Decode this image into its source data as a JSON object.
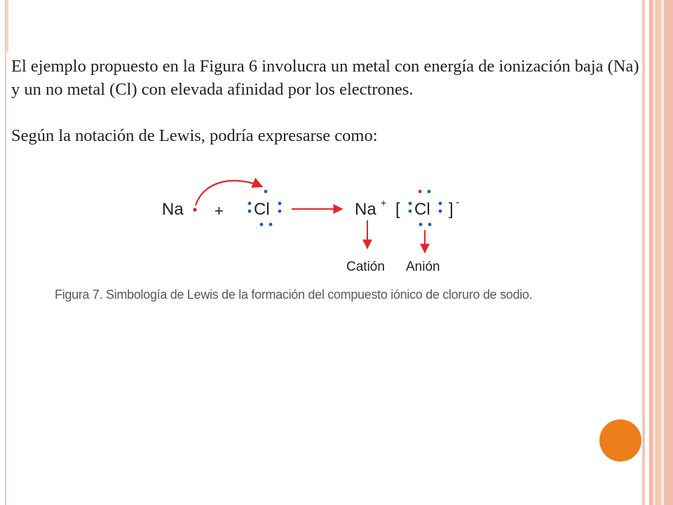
{
  "paragraph_1": "El ejemplo propuesto en la Figura 6 involucra un metal con energía de ionización baja (Na) y un no metal (Cl) con elevada afinidad por los electrones.",
  "paragraph_2": "Según la notación de Lewis, podría expresarse como:",
  "equation": {
    "na": "Na",
    "plus": "+",
    "cl": "Cl",
    "na_ion": "Na",
    "na_charge": "+",
    "bracket_open": "[",
    "cl_ion": "Cl",
    "bracket_close": "]",
    "cl_charge": "-",
    "cation_label": "Catión",
    "anion_label": "Anión"
  },
  "caption": "Figura 7. Simbología de Lewis de la formación del compuesto iónico de cloruro de sodio.",
  "colors": {
    "arrow": "#e0262d",
    "electron_blue": "#1a5fb4",
    "electron_red": "#e0262d",
    "accent_orange": "#ee7e1b"
  }
}
